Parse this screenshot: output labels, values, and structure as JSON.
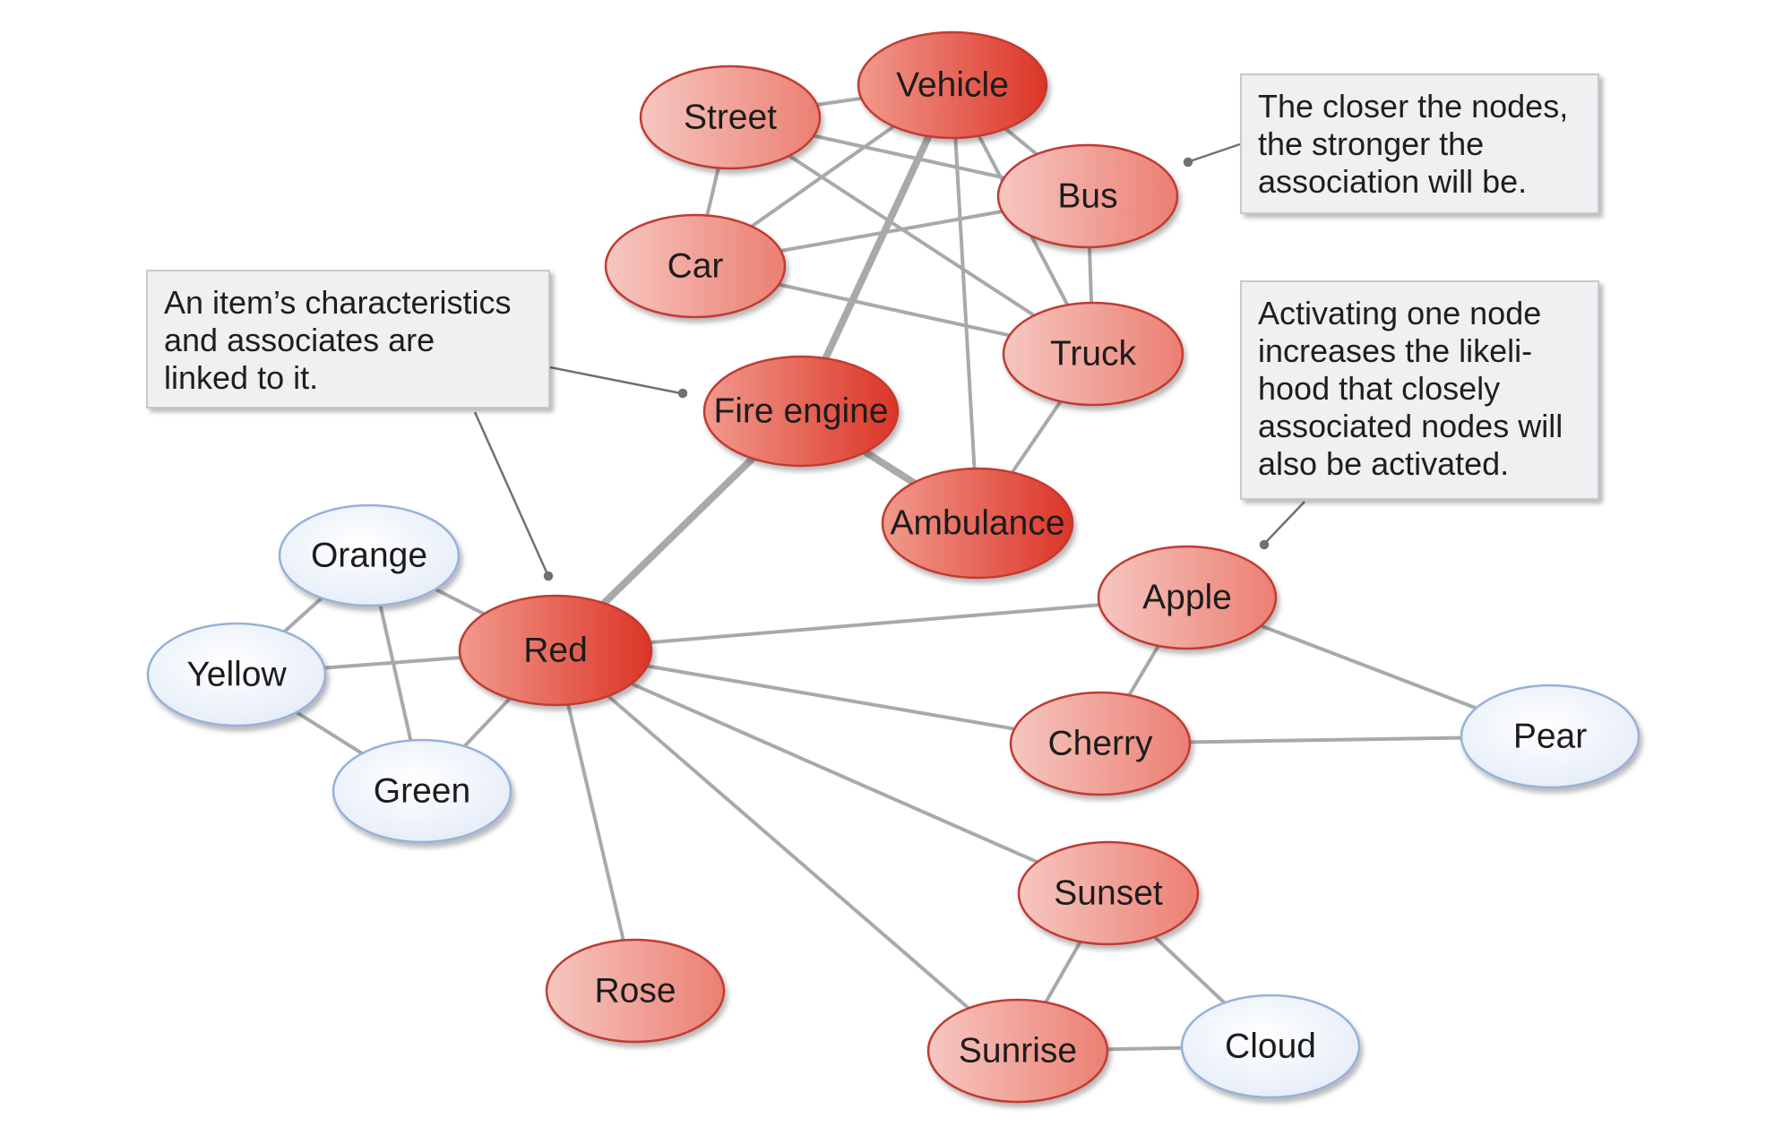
{
  "colors": {
    "red_node_light": "#f6c3bd",
    "red_node_mid": "#ef8a7c",
    "red_node_dark": "#de3b2e",
    "red_node_border": "#c23a30",
    "blue_node_fill": "#eef3fb",
    "blue_node_border": "#97b1d8",
    "link": "#a7a9ab",
    "callout_bg": "#eef0f1"
  },
  "nodes": [
    {
      "id": "vehicle",
      "label": "Vehicle",
      "kind": "red-strong"
    },
    {
      "id": "street",
      "label": "Street",
      "kind": "red"
    },
    {
      "id": "bus",
      "label": "Bus",
      "kind": "red"
    },
    {
      "id": "car",
      "label": "Car",
      "kind": "red"
    },
    {
      "id": "truck",
      "label": "Truck",
      "kind": "red"
    },
    {
      "id": "fire_engine",
      "label": "Fire engine",
      "kind": "red-strong"
    },
    {
      "id": "ambulance",
      "label": "Ambulance",
      "kind": "red-strong"
    },
    {
      "id": "red",
      "label": "Red",
      "kind": "red-strong"
    },
    {
      "id": "orange",
      "label": "Orange",
      "kind": "blue"
    },
    {
      "id": "yellow",
      "label": "Yellow",
      "kind": "blue"
    },
    {
      "id": "green",
      "label": "Green",
      "kind": "blue"
    },
    {
      "id": "apple",
      "label": "Apple",
      "kind": "red"
    },
    {
      "id": "cherry",
      "label": "Cherry",
      "kind": "red"
    },
    {
      "id": "pear",
      "label": "Pear",
      "kind": "blue"
    },
    {
      "id": "sunset",
      "label": "Sunset",
      "kind": "red"
    },
    {
      "id": "rose",
      "label": "Rose",
      "kind": "red"
    },
    {
      "id": "sunrise",
      "label": "Sunrise",
      "kind": "red"
    },
    {
      "id": "cloud",
      "label": "Cloud",
      "kind": "blue"
    }
  ],
  "links": [
    {
      "from": "street",
      "to": "vehicle",
      "strong": false
    },
    {
      "from": "vehicle",
      "to": "bus",
      "strong": false
    },
    {
      "from": "street",
      "to": "bus",
      "strong": false
    },
    {
      "from": "street",
      "to": "car",
      "strong": false
    },
    {
      "from": "street",
      "to": "truck",
      "strong": false
    },
    {
      "from": "vehicle",
      "to": "car",
      "strong": false
    },
    {
      "from": "vehicle",
      "to": "fire_engine",
      "strong": true
    },
    {
      "from": "vehicle",
      "to": "truck",
      "strong": false
    },
    {
      "from": "vehicle",
      "to": "ambulance",
      "strong": false
    },
    {
      "from": "car",
      "to": "bus",
      "strong": false
    },
    {
      "from": "car",
      "to": "truck",
      "strong": false
    },
    {
      "from": "bus",
      "to": "truck",
      "strong": false
    },
    {
      "from": "truck",
      "to": "ambulance",
      "strong": false
    },
    {
      "from": "fire_engine",
      "to": "ambulance",
      "strong": true
    },
    {
      "from": "fire_engine",
      "to": "red",
      "strong": true
    },
    {
      "from": "red",
      "to": "orange",
      "strong": false
    },
    {
      "from": "red",
      "to": "yellow",
      "strong": false
    },
    {
      "from": "red",
      "to": "green",
      "strong": false
    },
    {
      "from": "orange",
      "to": "yellow",
      "strong": false
    },
    {
      "from": "orange",
      "to": "green",
      "strong": false
    },
    {
      "from": "yellow",
      "to": "green",
      "strong": false
    },
    {
      "from": "red",
      "to": "apple",
      "strong": false
    },
    {
      "from": "red",
      "to": "cherry",
      "strong": false
    },
    {
      "from": "red",
      "to": "sunset",
      "strong": false
    },
    {
      "from": "red",
      "to": "sunrise",
      "strong": false
    },
    {
      "from": "red",
      "to": "rose",
      "strong": false
    },
    {
      "from": "apple",
      "to": "cherry",
      "strong": false
    },
    {
      "from": "apple",
      "to": "pear",
      "strong": false
    },
    {
      "from": "cherry",
      "to": "pear",
      "strong": false
    },
    {
      "from": "sunset",
      "to": "sunrise",
      "strong": false
    },
    {
      "from": "sunset",
      "to": "cloud",
      "strong": false
    },
    {
      "from": "sunrise",
      "to": "cloud",
      "strong": false
    }
  ],
  "callouts": {
    "linked": {
      "lines": [
        "An item’s characteristics",
        "and associates are",
        "linked to it."
      ]
    },
    "closer": {
      "lines": [
        "The closer the nodes,",
        "the stronger the",
        "association will be."
      ]
    },
    "activating": {
      "lines": [
        "Activating one node",
        "increases the likeli-",
        "hood that closely",
        "associated nodes will",
        "also be activated."
      ]
    }
  }
}
